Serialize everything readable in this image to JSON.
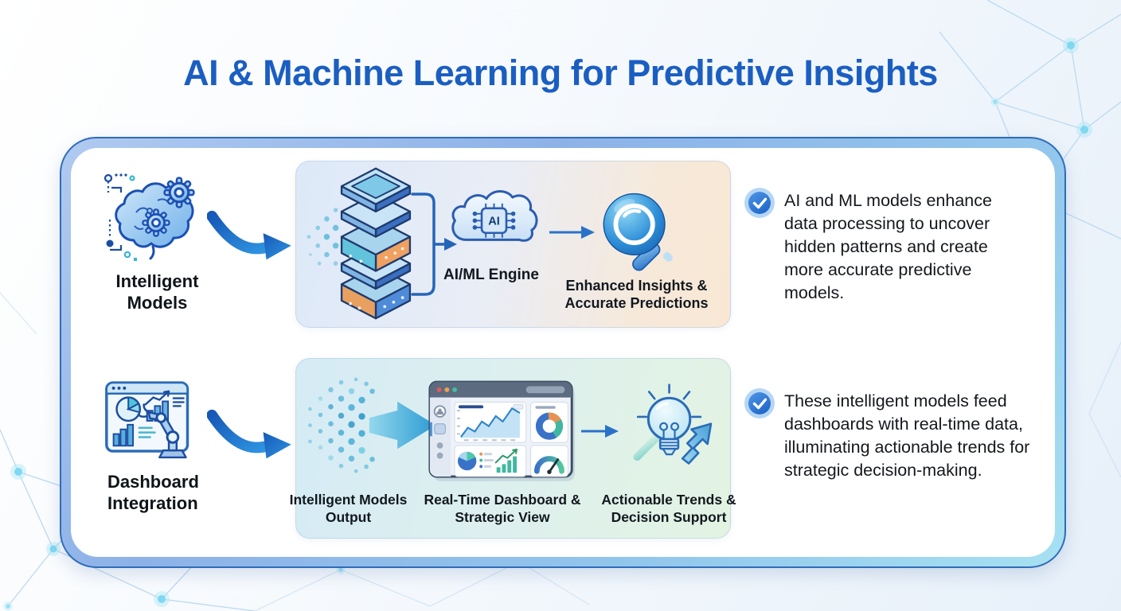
{
  "title": "AI & Machine Learning for Predictive Insights",
  "colors": {
    "title_blue": "#1b5ec2",
    "accent_blue": "#2a6cb8",
    "frame_border": "#2f6cb8",
    "panel1_left": "#dde9f8",
    "panel1_right": "#f9e7d4",
    "panel2_left": "#d5ebf5",
    "panel2_right": "#e3f3e2",
    "check_blue": "#1a60c6"
  },
  "rows": [
    {
      "source": {
        "label": "Intelligent Models",
        "icon": "brain-gears-icon"
      },
      "arrow_icon": "swoosh-arrow-icon",
      "panel": {
        "stack_icon": "data-layers-icon",
        "engine": {
          "label": "AI/ML Engine",
          "chip_label": "AI",
          "icon": "ai-cloud-icon"
        },
        "result": {
          "label": "Enhanced Insights & Accurate Predictions",
          "icon": "magnifier-icon"
        }
      },
      "bullet": {
        "icon": "check-circle-icon",
        "text": "AI and ML models enhance data processing to uncover hidden patterns and create more accurate predictive models."
      }
    },
    {
      "source": {
        "label": "Dashboard Integration",
        "icon": "dashboard-robot-icon"
      },
      "arrow_icon": "swoosh-arrow-icon",
      "panel": {
        "output": {
          "label": "Intelligent Models Output",
          "icon": "particle-flow-icon"
        },
        "dashboard": {
          "label": "Real-Time Dashboard & Strategic View",
          "icon": "dashboard-window-icon"
        },
        "trends": {
          "label": "Actionable Trends & Decision Support",
          "icon": "lightbulb-trend-icon"
        }
      },
      "bullet": {
        "icon": "check-circle-icon",
        "text": "These intelligent models feed dashboards with real-time data, illuminating actionable trends for strategic decision-making."
      }
    }
  ]
}
